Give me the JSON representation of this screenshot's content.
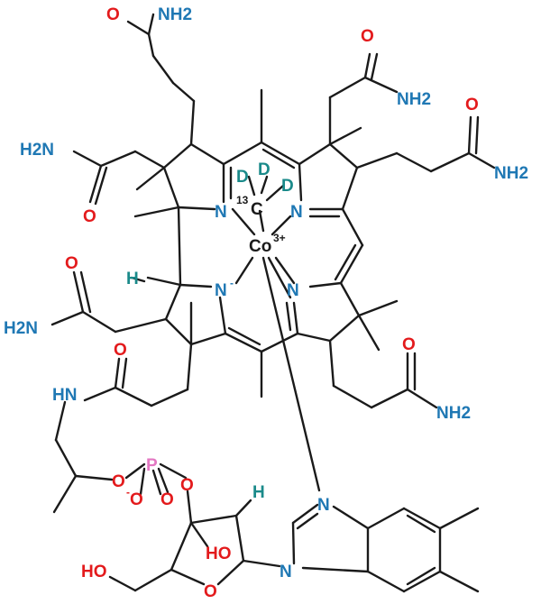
{
  "colors": {
    "bond": "#1a1a1a",
    "nitrogen": "#1f78b4",
    "oxygen": "#e31a1c",
    "phosphorus": "#e377c2",
    "deuterium": "#1a8a8a",
    "carbon": "#1a1a1a"
  },
  "atoms": {
    "nh2_top": "NH2",
    "o_top": "O",
    "o_top_right": "O",
    "nh2_top_right": "NH2",
    "o_right": "O",
    "nh2_right": "NH2",
    "nh2_left": "H2N",
    "o_left": "O",
    "n_ring_a": "N",
    "d1": "D",
    "d2": "D",
    "d3": "D",
    "c13_sup": "13",
    "c_methyl": "C",
    "n_ring_b": "N",
    "co": "Co",
    "co_charge": "3+",
    "h_stereo": "H",
    "n_anion": "N",
    "n_anion_charge": "-",
    "n_ring_d": "N",
    "o_left2": "O",
    "nh2_left2": "H2N",
    "o_bottom_right": "O",
    "nh2_bottom_right": "NH2",
    "o_amide": "O",
    "nh_amide": "HN",
    "p": "P",
    "o_p1": "O",
    "o_p_minus": "O",
    "o_p_minus_charge": "-",
    "o_p_double": "O",
    "o_p2": "O",
    "h_sugar": "H",
    "n_imid_top": "N",
    "n_imid_bottom": "N",
    "ho_left": "HO",
    "ho_sugar": "HO",
    "o_ring": "O"
  }
}
